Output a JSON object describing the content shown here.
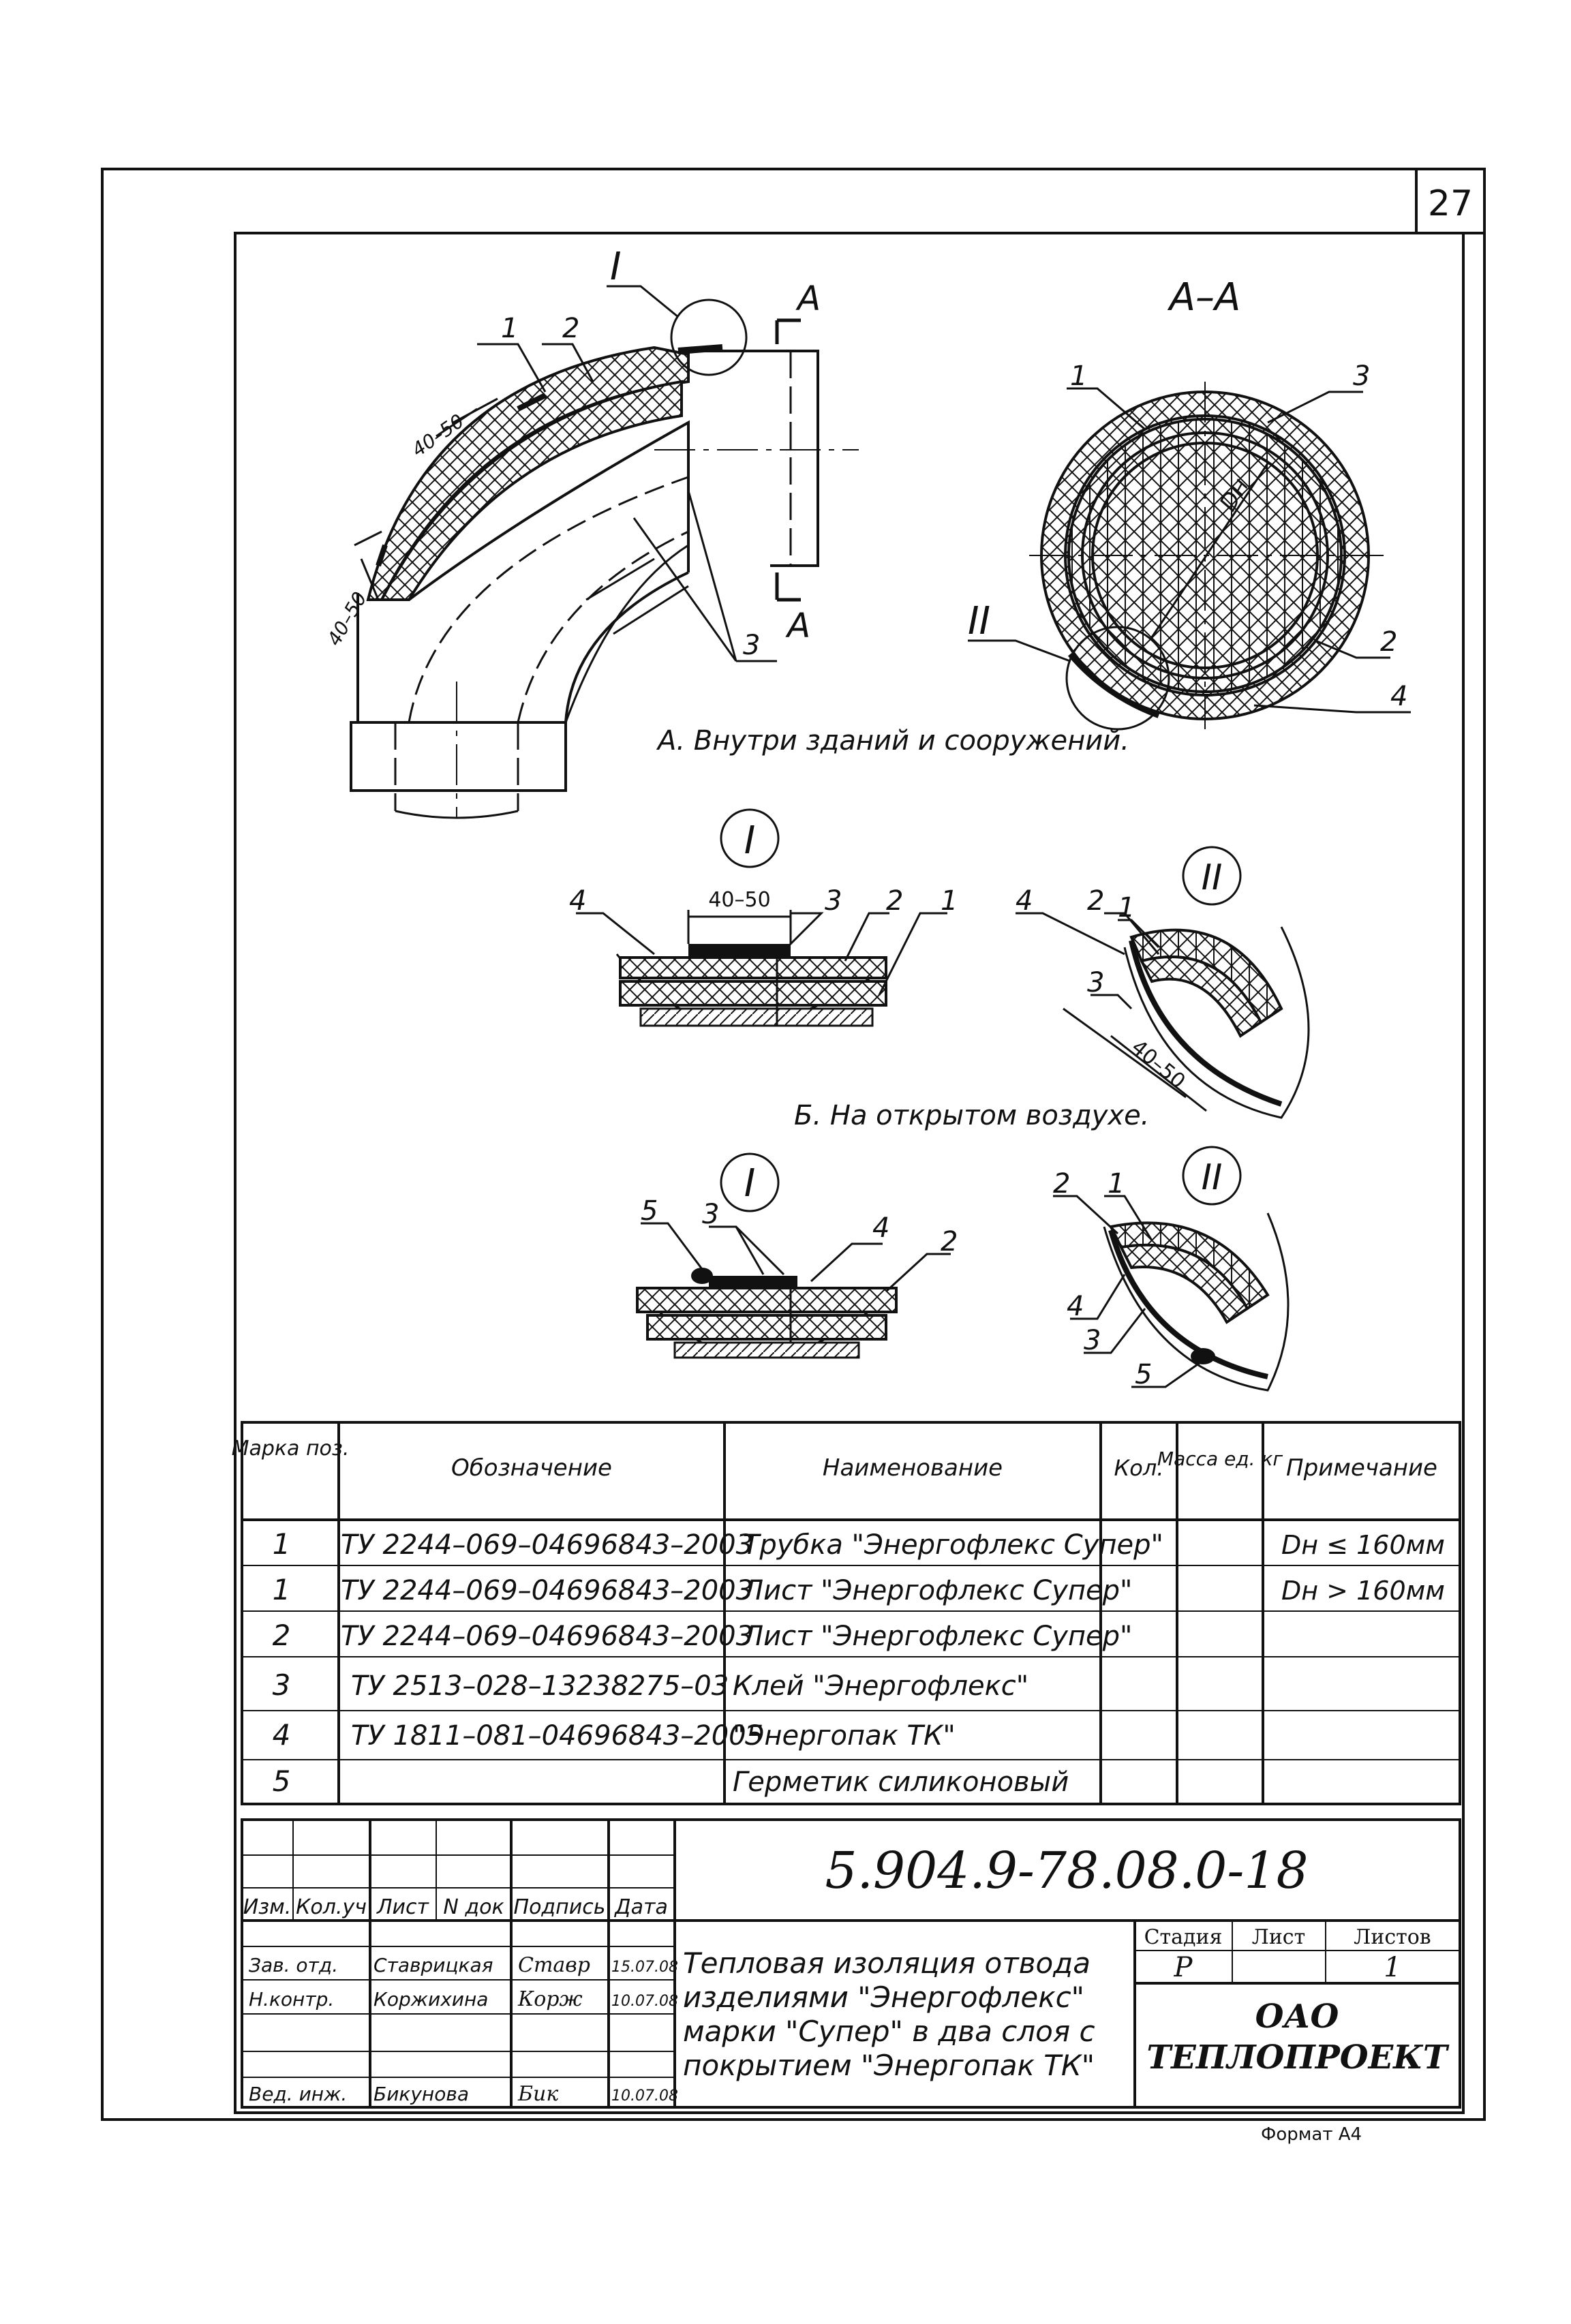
{
  "sheet_number": "27",
  "format": "Формат А4",
  "views": {
    "section_mark": "А",
    "section_title": "А–А",
    "callout_I": "I",
    "callout_II": "II",
    "dim_40_50": "40–50",
    "dn": "Dн",
    "caption_A": "А. Внутри зданий и сооружений.",
    "caption_B": "Б. На открытом воздухе.",
    "pos": [
      "1",
      "2",
      "3",
      "4",
      "5"
    ]
  },
  "spec_table": {
    "headers": {
      "mark": "Марка поз.",
      "designation": "Обозначение",
      "name": "Наименование",
      "qty": "Кол.",
      "mass": "Масса ед. кг",
      "note": "Примечание"
    },
    "rows": [
      {
        "mark": "1",
        "designation": "ТУ 2244–069–04696843–2003",
        "name": "Трубка \"Энергофлекс Супер\"",
        "qty": "",
        "mass": "",
        "note": "Dн ≤ 160мм"
      },
      {
        "mark": "1",
        "designation": "ТУ 2244–069–04696843–2003",
        "name": "Лист \"Энергофлекс Супер\"",
        "qty": "",
        "mass": "",
        "note": "Dн > 160мм"
      },
      {
        "mark": "2",
        "designation": "ТУ 2244–069–04696843–2003",
        "name": "Лист \"Энергофлекс Супер\"",
        "qty": "",
        "mass": "",
        "note": ""
      },
      {
        "mark": "3",
        "designation": "ТУ 2513–028–13238275–03",
        "name": "Клей \"Энергофлекс\"",
        "qty": "",
        "mass": "",
        "note": ""
      },
      {
        "mark": "4",
        "designation": "ТУ 1811–081–04696843–2005",
        "name": "\"Энергопак ТК\"",
        "qty": "",
        "mass": "",
        "note": ""
      },
      {
        "mark": "5",
        "designation": "",
        "name": "Герметик силиконовый",
        "qty": "",
        "mass": "",
        "note": ""
      }
    ]
  },
  "title_block": {
    "doc_code": "5.904.9-78.08.0-18",
    "col_headers": [
      "Изм.",
      "Кол.уч",
      "Лист",
      "N док",
      "Подпись",
      "Дата"
    ],
    "people": [
      {
        "role": "Зав. отд.",
        "name": "Ставрицкая",
        "signature": "Ставр",
        "date": "15.07.08"
      },
      {
        "role": "Н.контр.",
        "name": "Коржихина",
        "signature": "Корж",
        "date": "10.07.08"
      },
      {
        "role": "Вед. инж.",
        "name": "Бикунова",
        "signature": "Бик",
        "date": "10.07.08"
      }
    ],
    "title_lines": [
      "Тепловая изоляция отвода",
      "изделиями \"Энергофлекс\"",
      "марки \"Супер\" в два слоя с",
      "покрытием \"Энергопак ТК\""
    ],
    "stage_label": "Стадия",
    "sheet_label": "Лист",
    "sheets_label": "Листов",
    "stage": "Р",
    "sheet": "",
    "sheets": "1",
    "org_line1": "ОАО",
    "org_line2": "ТЕПЛОПРОЕКТ"
  }
}
